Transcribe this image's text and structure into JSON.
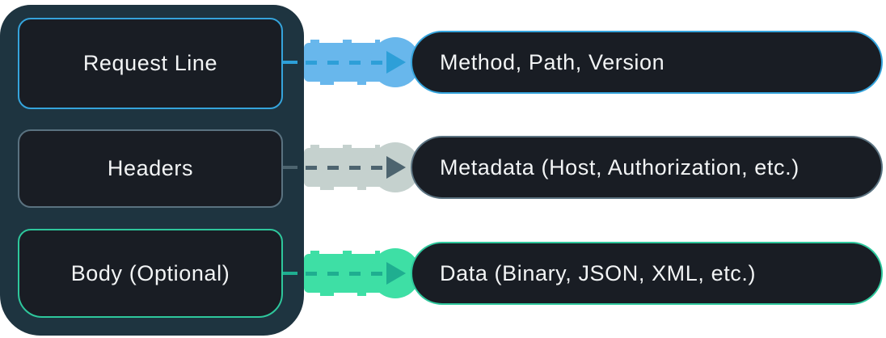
{
  "rows": [
    {
      "part": "Request Line",
      "detail": "Method, Path, Version",
      "accent": "#35a4dc",
      "band": "#68b7ec",
      "dash": "#2d9fd8"
    },
    {
      "part": "Headers",
      "detail": "Metadata (Host, Authorization, etc.)",
      "accent": "#5a7280",
      "band": "#c5d1ce",
      "dash": "#4d646f"
    },
    {
      "part": "Body (Optional)",
      "detail": "Data (Binary, JSON, XML, etc.)",
      "accent": "#2ec79c",
      "band": "#3edfa5",
      "dash": "#1fae90"
    }
  ],
  "colors": {
    "page_bg": "#ffffff",
    "panel_bg": "#1e3440",
    "box_bg": "#191d24",
    "text": "#f2f4f5"
  }
}
